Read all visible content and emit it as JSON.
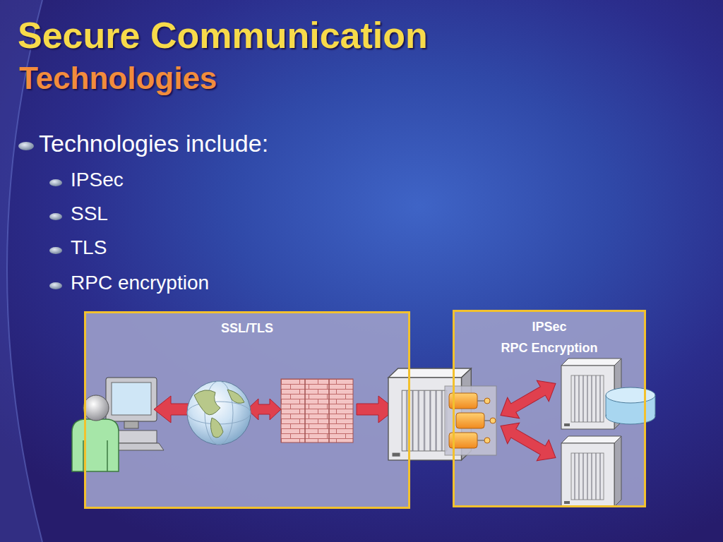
{
  "diagram": {
    "title": "Secure Communication",
    "nodes": [
      {
        "text": [
          "SSL/TLS"
        ]
      },
      {
        "text": [
          "IPSec",
          "RPC Encryption"
        ]
      }
    ],
    "labels": [
      "Technologies",
      "Technologies include:",
      "IPSec",
      "SSL",
      "TLS",
      "RPC encryption"
    ]
  }
}
